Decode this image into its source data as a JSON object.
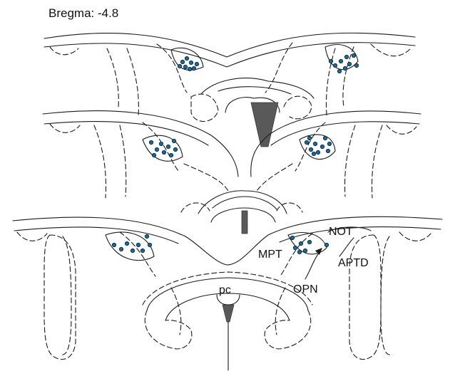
{
  "title": "Bregma: -4.8",
  "labels": {
    "not": "NOT",
    "mpt": "MPT",
    "aptd": "APTD",
    "opn": "OPN",
    "pc": "pc"
  },
  "colors": {
    "dot_fill": "#1d6b9a",
    "ventricle": "#595959",
    "line": "#1a1a1a"
  }
}
